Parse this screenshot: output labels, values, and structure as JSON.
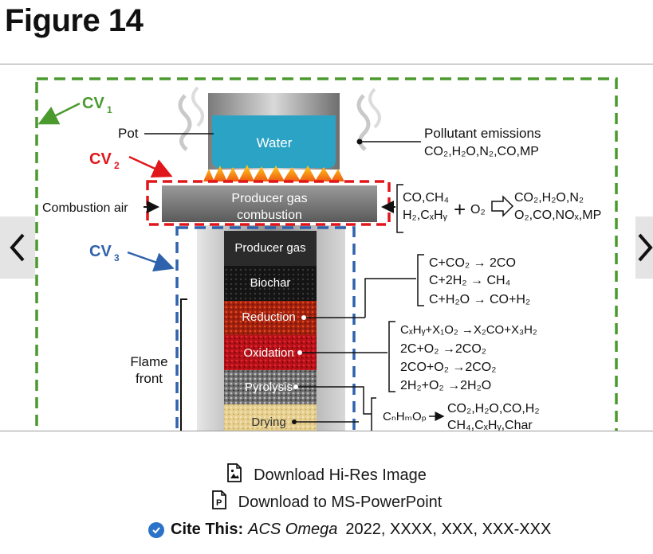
{
  "title": "Figure 14",
  "diagram": {
    "cv1": "CV",
    "cv1_sub": "1",
    "cv2": "CV",
    "cv2_sub": "2",
    "cv3": "CV",
    "cv3_sub": "3",
    "pot": "Pot",
    "water": "Water",
    "pollutant_title": "Pollutant emissions",
    "pollutant_species": "CO₂,H₂O,N₂,CO,MP",
    "combustion_air": "Combustion air",
    "producer_gas_combustion_1": "Producer gas",
    "producer_gas_combustion_2": "combustion",
    "gas_in_1": "CO,CH₄",
    "gas_in_2": "H₂,CₓHᵧ",
    "plus_o2": "O₂",
    "gas_out_1": "CO₂,H₂O,N₂",
    "gas_out_2": "O₂,CO,NOₓ,MP",
    "zones": [
      "Producer gas",
      "Biochar",
      "Reduction",
      "Oxidation",
      "Pyrolysis",
      "Drying"
    ],
    "flame_front_1": "Flame",
    "flame_front_2": "front",
    "reduction_reactions": [
      "C+CO₂ → 2CO",
      "C+2H₂ → CH₄",
      "C+H₂O → CO+H₂"
    ],
    "oxidation_reactions": [
      "CₓHᵧ+X₁O₂ →X₂CO+X₃H₂",
      "2C+O₂ →2CO₂",
      "2CO+O₂ →2CO₂",
      "2H₂+O₂ →2H₂O"
    ],
    "pyrolysis_reactant": "CₙHₘOₚ",
    "pyrolysis_products_1": "CO₂,H₂O,CO,H₂",
    "pyrolysis_products_2": "CH₄,CₓHᵧ,Char"
  },
  "links": {
    "hires": "Download Hi-Res Image",
    "ppt": "Download to MS-PowerPoint"
  },
  "cite": {
    "label": "Cite This:",
    "journal": "ACS Omega",
    "ref": "2022, XXXX, XXX, XXX-XXX"
  },
  "colors": {
    "cv1": "#4a9a2e",
    "cv2": "#e0161b",
    "cv3": "#2f62ac",
    "water": "#2ba3c4",
    "cite_check": "#2a73c9"
  }
}
